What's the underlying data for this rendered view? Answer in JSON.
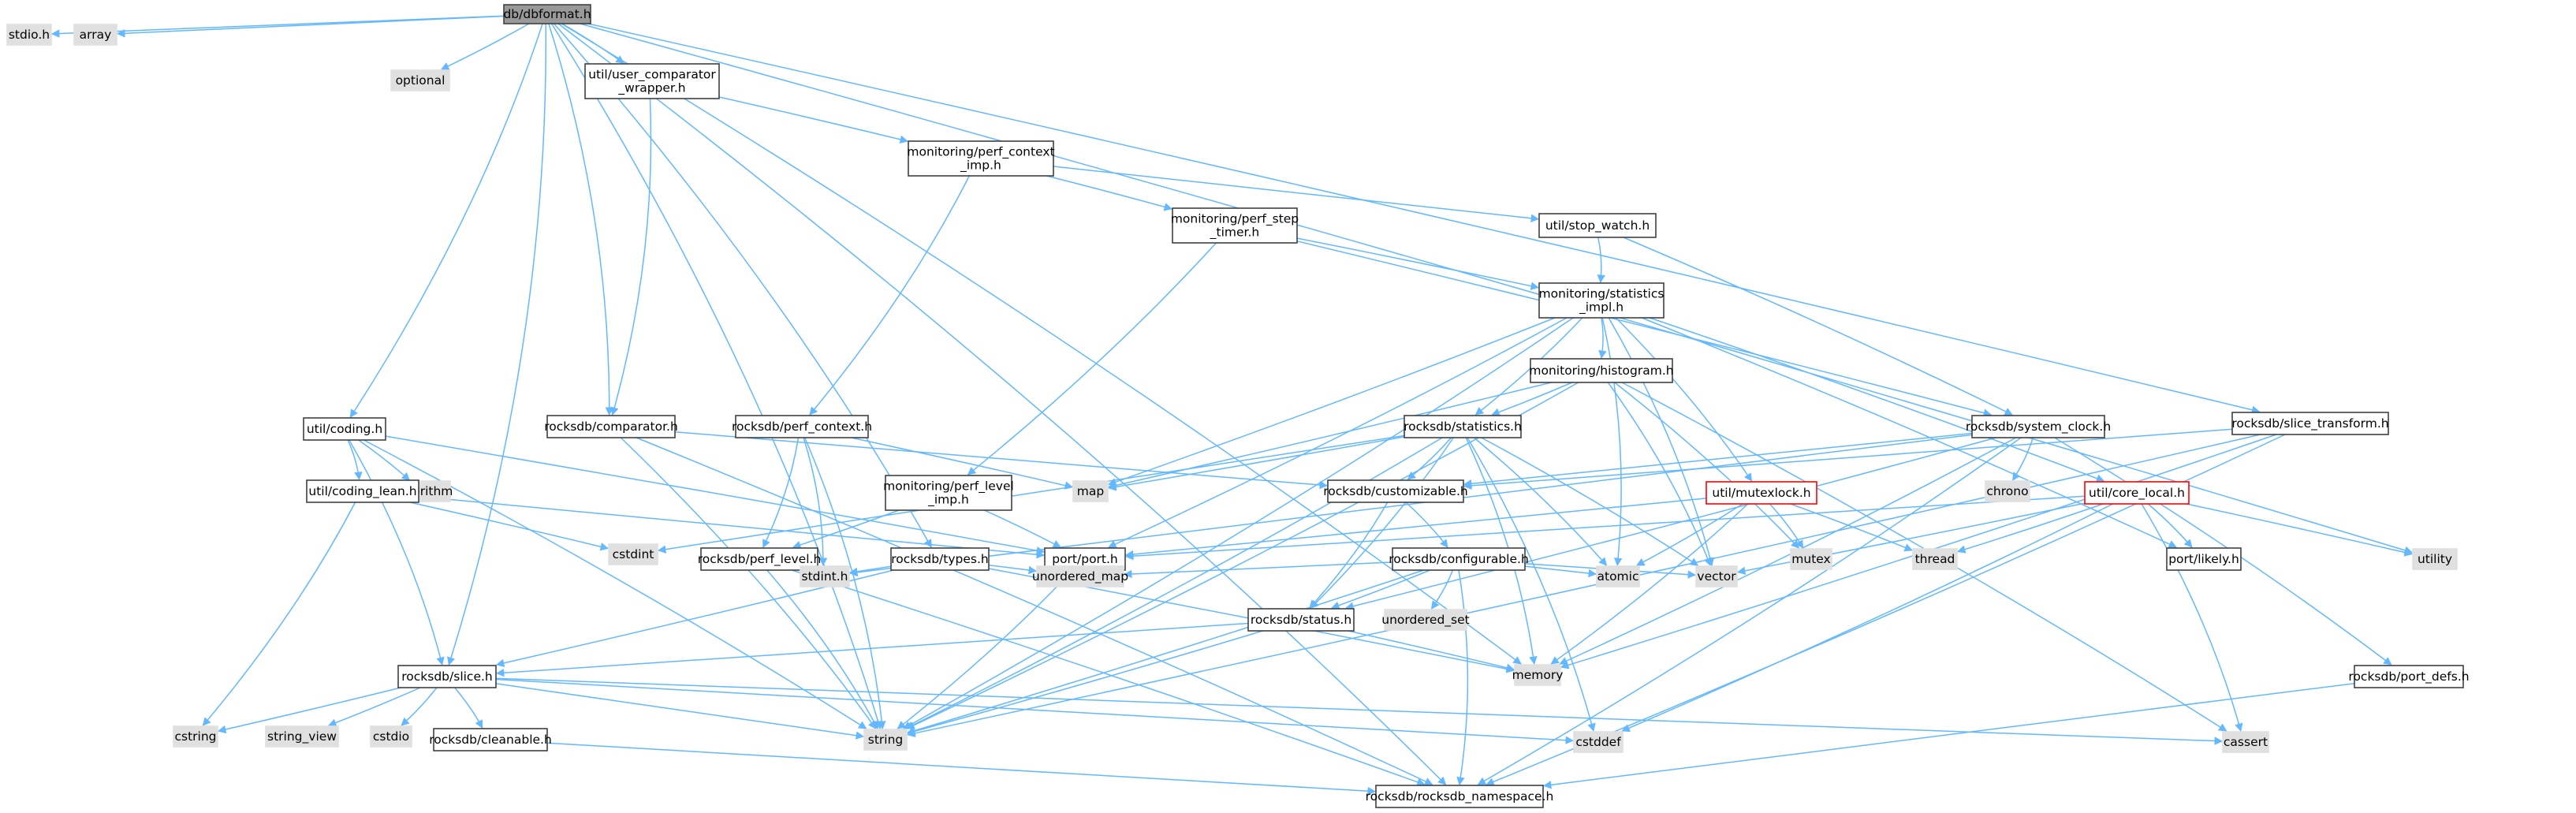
{
  "diagram": {
    "type": "include-dependency-graph",
    "colors": {
      "edge": "#63b8ff",
      "root_fill": "#999999",
      "file_fill": "#ffffff",
      "file_border": "#404040",
      "system_fill": "#e0e0e0",
      "system_border": "#e0e0e0",
      "truncated_border": "#ff0000"
    },
    "nodes": [
      {
        "id": "dbformat",
        "label": "db/dbformat.h",
        "kind": "root"
      },
      {
        "id": "stdio_h",
        "label": "stdio.h",
        "kind": "system"
      },
      {
        "id": "array",
        "label": "array",
        "kind": "system"
      },
      {
        "id": "optional",
        "label": "optional",
        "kind": "system"
      },
      {
        "id": "ucw",
        "label": "util/user_comparator\n_wrapper.h",
        "kind": "file"
      },
      {
        "id": "pci",
        "label": "monitoring/perf_context\n_imp.h",
        "kind": "file"
      },
      {
        "id": "pst",
        "label": "monitoring/perf_step\n_timer.h",
        "kind": "file"
      },
      {
        "id": "stopwatch",
        "label": "util/stop_watch.h",
        "kind": "file"
      },
      {
        "id": "statsimpl",
        "label": "monitoring/statistics\n_impl.h",
        "kind": "file"
      },
      {
        "id": "histogram",
        "label": "monitoring/histogram.h",
        "kind": "file"
      },
      {
        "id": "coding",
        "label": "util/coding.h",
        "kind": "file"
      },
      {
        "id": "comparator",
        "label": "rocksdb/comparator.h",
        "kind": "file"
      },
      {
        "id": "perfctx",
        "label": "rocksdb/perf_context.h",
        "kind": "file"
      },
      {
        "id": "statistics",
        "label": "rocksdb/statistics.h",
        "kind": "file"
      },
      {
        "id": "sysclock",
        "label": "rocksdb/system_clock.h",
        "kind": "file"
      },
      {
        "id": "slicetrans",
        "label": "rocksdb/slice_transform.h",
        "kind": "file"
      },
      {
        "id": "algorithm",
        "label": "algorithm",
        "kind": "system"
      },
      {
        "id": "codinglean",
        "label": "util/coding_lean.h",
        "kind": "file"
      },
      {
        "id": "map",
        "label": "map",
        "kind": "system"
      },
      {
        "id": "customizable",
        "label": "rocksdb/customizable.h",
        "kind": "file"
      },
      {
        "id": "perflevelimp",
        "label": "monitoring/perf_level\n_imp.h",
        "kind": "file"
      },
      {
        "id": "mutexlock",
        "label": "util/mutexlock.h",
        "kind": "truncated"
      },
      {
        "id": "chrono",
        "label": "chrono",
        "kind": "system"
      },
      {
        "id": "corelocal",
        "label": "util/core_local.h",
        "kind": "truncated"
      },
      {
        "id": "cstdint",
        "label": "cstdint",
        "kind": "system"
      },
      {
        "id": "perflevel",
        "label": "rocksdb/perf_level.h",
        "kind": "file"
      },
      {
        "id": "types",
        "label": "rocksdb/types.h",
        "kind": "file"
      },
      {
        "id": "port",
        "label": "port/port.h",
        "kind": "file"
      },
      {
        "id": "configurable",
        "label": "rocksdb/configurable.h",
        "kind": "file"
      },
      {
        "id": "mutex",
        "label": "mutex",
        "kind": "system"
      },
      {
        "id": "thread",
        "label": "thread",
        "kind": "system"
      },
      {
        "id": "likely",
        "label": "port/likely.h",
        "kind": "file"
      },
      {
        "id": "utility",
        "label": "utility",
        "kind": "system"
      },
      {
        "id": "stdint_h",
        "label": "stdint.h",
        "kind": "system"
      },
      {
        "id": "unordered_map",
        "label": "unordered_map",
        "kind": "system"
      },
      {
        "id": "status",
        "label": "rocksdb/status.h",
        "kind": "file"
      },
      {
        "id": "unordered_set",
        "label": "unordered_set",
        "kind": "system"
      },
      {
        "id": "atomic",
        "label": "atomic",
        "kind": "system"
      },
      {
        "id": "vector",
        "label": "vector",
        "kind": "system"
      },
      {
        "id": "memory",
        "label": "memory",
        "kind": "system"
      },
      {
        "id": "portdefs",
        "label": "rocksdb/port_defs.h",
        "kind": "file"
      },
      {
        "id": "slice",
        "label": "rocksdb/slice.h",
        "kind": "file"
      },
      {
        "id": "cstring",
        "label": "cstring",
        "kind": "system"
      },
      {
        "id": "string_view",
        "label": "string_view",
        "kind": "system"
      },
      {
        "id": "cstdio",
        "label": "cstdio",
        "kind": "system"
      },
      {
        "id": "cleanable",
        "label": "rocksdb/cleanable.h",
        "kind": "file"
      },
      {
        "id": "string",
        "label": "string",
        "kind": "system"
      },
      {
        "id": "cstddef",
        "label": "cstddef",
        "kind": "system"
      },
      {
        "id": "cassert",
        "label": "cassert",
        "kind": "system"
      },
      {
        "id": "rns",
        "label": "rocksdb/rocksdb_namespace.h",
        "kind": "file"
      }
    ],
    "edges": [
      [
        "dbformat",
        "stdio_h"
      ],
      [
        "dbformat",
        "array"
      ],
      [
        "dbformat",
        "optional"
      ],
      [
        "dbformat",
        "ucw"
      ],
      [
        "dbformat",
        "coding"
      ],
      [
        "dbformat",
        "comparator"
      ],
      [
        "dbformat",
        "slice"
      ],
      [
        "dbformat",
        "types"
      ],
      [
        "dbformat",
        "slicetrans"
      ],
      [
        "dbformat",
        "utility"
      ],
      [
        "dbformat",
        "memory"
      ],
      [
        "dbformat",
        "string"
      ],
      [
        "dbformat",
        "rns"
      ],
      [
        "ucw",
        "pci"
      ],
      [
        "ucw",
        "comparator"
      ],
      [
        "pci",
        "pst"
      ],
      [
        "pci",
        "stopwatch"
      ],
      [
        "pci",
        "perfctx"
      ],
      [
        "pst",
        "statsimpl"
      ],
      [
        "pst",
        "perflevelimp"
      ],
      [
        "pst",
        "sysclock"
      ],
      [
        "stopwatch",
        "statsimpl"
      ],
      [
        "stopwatch",
        "sysclock"
      ],
      [
        "statsimpl",
        "histogram"
      ],
      [
        "statsimpl",
        "statistics"
      ],
      [
        "statsimpl",
        "mutexlock"
      ],
      [
        "statsimpl",
        "corelocal"
      ],
      [
        "statsimpl",
        "port"
      ],
      [
        "statsimpl",
        "map"
      ],
      [
        "statsimpl",
        "string"
      ],
      [
        "statsimpl",
        "atomic"
      ],
      [
        "statsimpl",
        "vector"
      ],
      [
        "statsimpl",
        "likely"
      ],
      [
        "histogram",
        "statistics"
      ],
      [
        "histogram",
        "map"
      ],
      [
        "histogram",
        "mutex"
      ],
      [
        "histogram",
        "vector"
      ],
      [
        "histogram",
        "string"
      ],
      [
        "histogram",
        "cassert"
      ],
      [
        "coding",
        "algorithm"
      ],
      [
        "coding",
        "codinglean"
      ],
      [
        "coding",
        "port"
      ],
      [
        "coding",
        "slice"
      ],
      [
        "coding",
        "string"
      ],
      [
        "codinglean",
        "cstdint"
      ],
      [
        "codinglean",
        "cstring"
      ],
      [
        "codinglean",
        "port"
      ],
      [
        "comparator",
        "customizable"
      ],
      [
        "comparator",
        "string"
      ],
      [
        "comparator",
        "rns"
      ],
      [
        "perfctx",
        "map"
      ],
      [
        "perfctx",
        "perflevel"
      ],
      [
        "perfctx",
        "stdint_h"
      ],
      [
        "perfctx",
        "string"
      ],
      [
        "statistics",
        "customizable"
      ],
      [
        "statistics",
        "status"
      ],
      [
        "statistics",
        "atomic"
      ],
      [
        "statistics",
        "vector"
      ],
      [
        "statistics",
        "memory"
      ],
      [
        "statistics",
        "map"
      ],
      [
        "statistics",
        "string"
      ],
      [
        "statistics",
        "cstddef"
      ],
      [
        "statistics",
        "cstdint"
      ],
      [
        "sysclock",
        "customizable"
      ],
      [
        "sysclock",
        "status"
      ],
      [
        "sysclock",
        "portdefs"
      ],
      [
        "sysclock",
        "chrono"
      ],
      [
        "sysclock",
        "memory"
      ],
      [
        "sysclock",
        "stdint_h"
      ],
      [
        "sysclock",
        "rns"
      ],
      [
        "slicetrans",
        "customizable"
      ],
      [
        "slicetrans",
        "memory"
      ],
      [
        "slicetrans",
        "string"
      ],
      [
        "slicetrans",
        "rns"
      ],
      [
        "customizable",
        "configurable"
      ],
      [
        "customizable",
        "status"
      ],
      [
        "perflevelimp",
        "perflevel"
      ],
      [
        "perflevelimp",
        "port"
      ],
      [
        "mutexlock",
        "mutex"
      ],
      [
        "mutexlock",
        "thread"
      ],
      [
        "mutexlock",
        "atomic"
      ],
      [
        "mutexlock",
        "memory"
      ],
      [
        "mutexlock",
        "port"
      ],
      [
        "corelocal",
        "likely"
      ],
      [
        "corelocal",
        "port"
      ],
      [
        "corelocal",
        "thread"
      ],
      [
        "corelocal",
        "utility"
      ],
      [
        "corelocal",
        "vector"
      ],
      [
        "corelocal",
        "cassert"
      ],
      [
        "corelocal",
        "cstddef"
      ],
      [
        "perflevel",
        "stdint_h"
      ],
      [
        "perflevel",
        "string"
      ],
      [
        "perflevel",
        "rns"
      ],
      [
        "types",
        "stdint_h"
      ],
      [
        "types",
        "slice"
      ],
      [
        "types",
        "unordered_map"
      ],
      [
        "types",
        "memory"
      ],
      [
        "port",
        "string"
      ],
      [
        "configurable",
        "atomic"
      ],
      [
        "configurable",
        "string"
      ],
      [
        "configurable",
        "unordered_map"
      ],
      [
        "configurable",
        "unordered_set"
      ],
      [
        "configurable",
        "vector"
      ],
      [
        "configurable",
        "status"
      ],
      [
        "configurable",
        "rns"
      ],
      [
        "status",
        "memory"
      ],
      [
        "status",
        "string"
      ],
      [
        "status",
        "slice"
      ],
      [
        "slice",
        "cstring"
      ],
      [
        "slice",
        "string_view"
      ],
      [
        "slice",
        "cstdio"
      ],
      [
        "slice",
        "cleanable"
      ],
      [
        "slice",
        "string"
      ],
      [
        "slice",
        "cassert"
      ],
      [
        "slice",
        "cstddef"
      ],
      [
        "cleanable",
        "rns"
      ],
      [
        "portdefs",
        "rns"
      ]
    ]
  }
}
